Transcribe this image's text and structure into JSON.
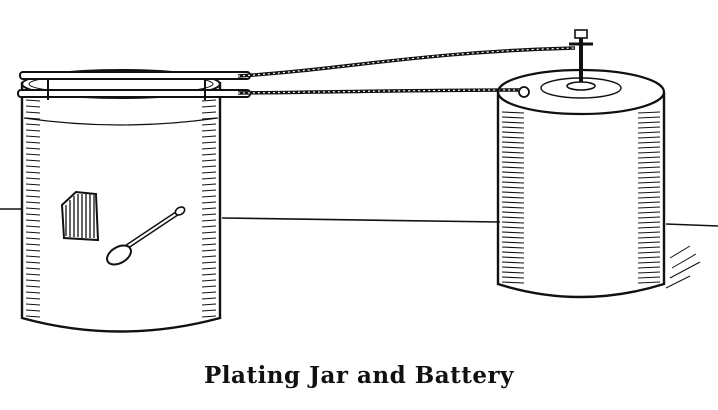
{
  "caption": "Plating Jar and Battery",
  "colors": {
    "ink": "#111111",
    "paper": "#ffffff"
  },
  "figure": {
    "parts": [
      "table-line",
      "plating-jar",
      "copper-plate",
      "spoon",
      "rod-bars",
      "wires",
      "battery",
      "terminal-screw"
    ]
  }
}
